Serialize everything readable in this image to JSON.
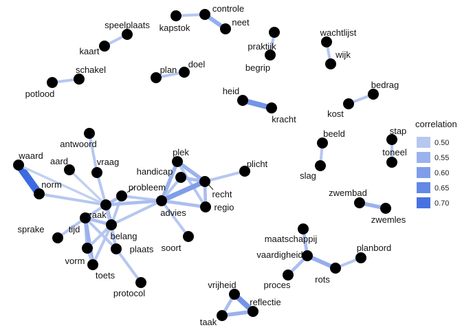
{
  "graph": {
    "type": "network",
    "nodes": [
      {
        "id": "kapstok"
      },
      {
        "id": "controle"
      },
      {
        "id": "neet"
      },
      {
        "id": "speelplaats"
      },
      {
        "id": "kaart"
      },
      {
        "id": "praktijk"
      },
      {
        "id": "begrip"
      },
      {
        "id": "wachtlijst"
      },
      {
        "id": "wijk"
      },
      {
        "id": "plan"
      },
      {
        "id": "doel"
      },
      {
        "id": "schakel"
      },
      {
        "id": "potlood"
      },
      {
        "id": "bedrag"
      },
      {
        "id": "kost"
      },
      {
        "id": "heid"
      },
      {
        "id": "kracht"
      },
      {
        "id": "beeld"
      },
      {
        "id": "slag"
      },
      {
        "id": "stap"
      },
      {
        "id": "toneel"
      },
      {
        "id": "zwembad"
      },
      {
        "id": "zwemles"
      },
      {
        "id": "waard"
      },
      {
        "id": "norm"
      },
      {
        "id": "antwoord"
      },
      {
        "id": "aard"
      },
      {
        "id": "vraag"
      },
      {
        "id": "probleem"
      },
      {
        "id": "handicap"
      },
      {
        "id": "plek"
      },
      {
        "id": "recht"
      },
      {
        "id": "plicht"
      },
      {
        "id": "regio"
      },
      {
        "id": "advies"
      },
      {
        "id": "soort"
      },
      {
        "id": "zaak"
      },
      {
        "id": "tijd"
      },
      {
        "id": "belang"
      },
      {
        "id": "sprake"
      },
      {
        "id": "plaats"
      },
      {
        "id": "vorm"
      },
      {
        "id": "toets"
      },
      {
        "id": "protocol"
      },
      {
        "id": "maatschappij"
      },
      {
        "id": "vaardigheid"
      },
      {
        "id": "rots"
      },
      {
        "id": "planbord"
      },
      {
        "id": "proces"
      },
      {
        "id": "vrijheid"
      },
      {
        "id": "reflectie"
      },
      {
        "id": "taak"
      }
    ],
    "edges": [
      {
        "source": "kapstok",
        "target": "controle",
        "correlation": 0.5
      },
      {
        "source": "controle",
        "target": "neet",
        "correlation": 0.56
      },
      {
        "source": "speelplaats",
        "target": "kaart",
        "correlation": 0.5
      },
      {
        "source": "praktijk",
        "target": "begrip",
        "correlation": 0.5
      },
      {
        "source": "wachtlijst",
        "target": "wijk",
        "correlation": 0.5
      },
      {
        "source": "plan",
        "target": "doel",
        "correlation": 0.5
      },
      {
        "source": "schakel",
        "target": "potlood",
        "correlation": 0.5
      },
      {
        "source": "bedrag",
        "target": "kost",
        "correlation": 0.5
      },
      {
        "source": "heid",
        "target": "kracht",
        "correlation": 0.62
      },
      {
        "source": "beeld",
        "target": "slag",
        "correlation": 0.5
      },
      {
        "source": "stap",
        "target": "toneel",
        "correlation": 0.5
      },
      {
        "source": "zwembad",
        "target": "zwemles",
        "correlation": 0.55
      },
      {
        "source": "waard",
        "target": "norm",
        "correlation": 0.72
      },
      {
        "source": "norm",
        "target": "zaak",
        "correlation": 0.5
      },
      {
        "source": "waard",
        "target": "zaak",
        "correlation": 0.48
      },
      {
        "source": "antwoord",
        "target": "vraag",
        "correlation": 0.5
      },
      {
        "source": "vraag",
        "target": "zaak",
        "correlation": 0.5
      },
      {
        "source": "aard",
        "target": "zaak",
        "correlation": 0.48
      },
      {
        "source": "probleem",
        "target": "advies",
        "correlation": 0.5
      },
      {
        "source": "probleem",
        "target": "zaak",
        "correlation": 0.52
      },
      {
        "source": "probleem",
        "target": "belang",
        "correlation": 0.5
      },
      {
        "source": "plek",
        "target": "recht",
        "correlation": 0.55
      },
      {
        "source": "plek",
        "target": "advies",
        "correlation": 0.55
      },
      {
        "source": "plek",
        "target": "regio",
        "correlation": 0.5
      },
      {
        "source": "handicap",
        "target": "recht",
        "correlation": 0.52
      },
      {
        "source": "handicap",
        "target": "advies",
        "correlation": 0.5
      },
      {
        "source": "recht",
        "target": "advies",
        "correlation": 0.6
      },
      {
        "source": "recht",
        "target": "plicht",
        "correlation": 0.5
      },
      {
        "source": "recht",
        "target": "regio",
        "correlation": 0.52
      },
      {
        "source": "regio",
        "target": "advies",
        "correlation": 0.52
      },
      {
        "source": "advies",
        "target": "soort",
        "correlation": 0.5
      },
      {
        "source": "advies",
        "target": "zaak",
        "correlation": 0.52
      },
      {
        "source": "advies",
        "target": "belang",
        "correlation": 0.5
      },
      {
        "source": "zaak",
        "target": "belang",
        "correlation": 0.55
      },
      {
        "source": "zaak",
        "target": "tijd",
        "correlation": 0.5
      },
      {
        "source": "tijd",
        "target": "belang",
        "correlation": 0.52
      },
      {
        "source": "tijd",
        "target": "vorm",
        "correlation": 0.52
      },
      {
        "source": "tijd",
        "target": "toets",
        "correlation": 0.55
      },
      {
        "source": "tijd",
        "target": "sprake",
        "correlation": 0.5
      },
      {
        "source": "tijd",
        "target": "plaats",
        "correlation": 0.5
      },
      {
        "source": "belang",
        "target": "plaats",
        "correlation": 0.5
      },
      {
        "source": "belang",
        "target": "vorm",
        "correlation": 0.5
      },
      {
        "source": "belang",
        "target": "toets",
        "correlation": 0.5
      },
      {
        "source": "zaak",
        "target": "plaats",
        "correlation": 0.5
      },
      {
        "source": "vorm",
        "target": "toets",
        "correlation": 0.5
      },
      {
        "source": "plaats",
        "target": "protocol",
        "correlation": 0.5
      },
      {
        "source": "maatschappij",
        "target": "vaardigheid",
        "correlation": 0.52
      },
      {
        "source": "vaardigheid",
        "target": "rots",
        "correlation": 0.56
      },
      {
        "source": "vaardigheid",
        "target": "proces",
        "correlation": 0.52
      },
      {
        "source": "rots",
        "target": "planbord",
        "correlation": 0.5
      },
      {
        "source": "vrijheid",
        "target": "reflectie",
        "correlation": 0.62
      },
      {
        "source": "reflectie",
        "target": "taak",
        "correlation": 0.55
      },
      {
        "source": "vrijheid",
        "target": "taak",
        "correlation": 0.52
      }
    ]
  },
  "legend": {
    "title": "correlation",
    "position": "right",
    "entries": [
      {
        "label": "0.50",
        "value": 0.5
      },
      {
        "label": "0.55",
        "value": 0.55
      },
      {
        "label": "0.60",
        "value": 0.6
      },
      {
        "label": "0.65",
        "value": 0.65
      },
      {
        "label": "0.70",
        "value": 0.7
      }
    ]
  },
  "colors": {
    "edge_low": "#d2dcf4",
    "edge_high": "#3c6ae0",
    "node": "#000000",
    "label": "#111111"
  }
}
